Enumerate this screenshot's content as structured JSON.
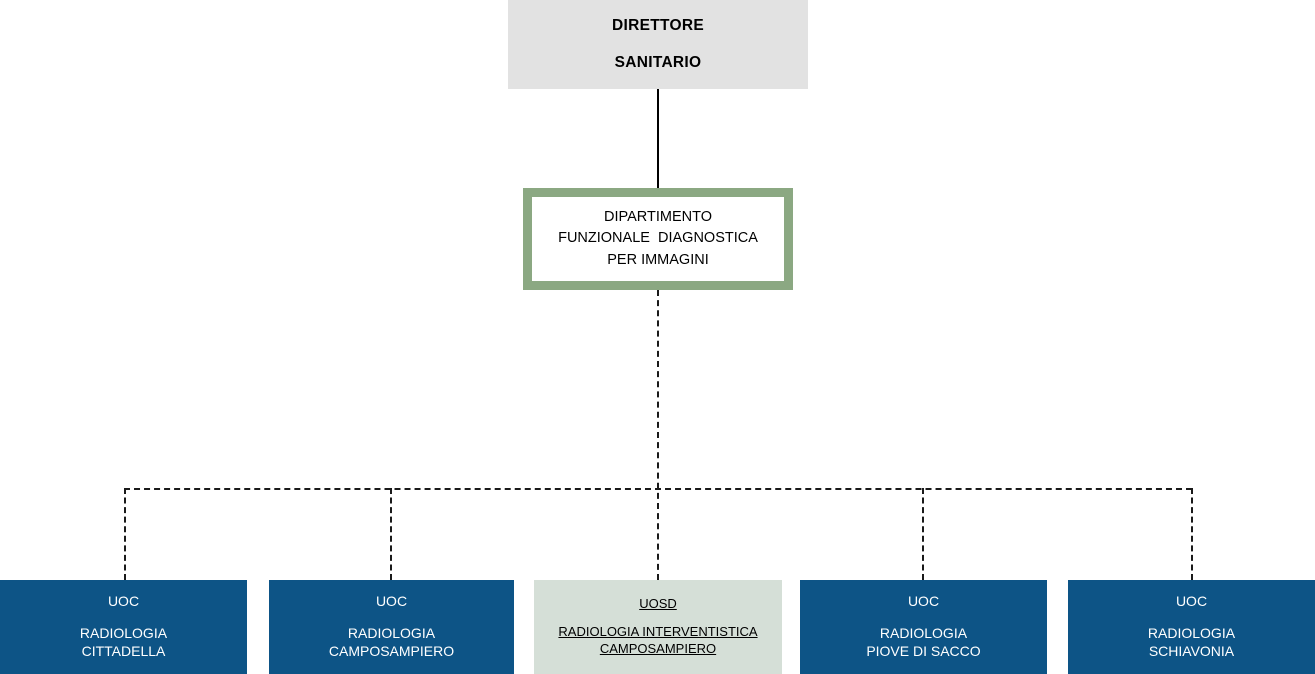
{
  "diagram": {
    "title": "Organigramma Dipartimento Funzionale Diagnostica per Immagini",
    "colors": {
      "director_bg": "#e2e2e2",
      "department_border": "#8ba882",
      "unit_blue": "#0d5486",
      "unit_sage": "#d5dfd7",
      "connector": "#000000"
    },
    "director": {
      "line_1": "DIRETTORE",
      "line_2": "SANITARIO"
    },
    "department": {
      "line_1": "DIPARTIMENTO",
      "line_2": "FUNZIONALE  DIAGNOSTICA",
      "line_3": "PER IMMAGINI"
    },
    "units": [
      {
        "type": "UOC",
        "name": "RADIOLOGIA\nCITTADELLA",
        "style": "blue"
      },
      {
        "type": "UOC",
        "name": "RADIOLOGIA\nCAMPOSAMPIERO",
        "style": "blue"
      },
      {
        "type": "UOSD",
        "name": "RADIOLOGIA INTERVENTISTICA\nCAMPOSAMPIERO",
        "style": "sage"
      },
      {
        "type": "UOC",
        "name": "RADIOLOGIA\nPIOVE DI SACCO",
        "style": "blue"
      },
      {
        "type": "UOC",
        "name": "RADIOLOGIA\nSCHIAVONIA",
        "style": "blue"
      }
    ]
  }
}
